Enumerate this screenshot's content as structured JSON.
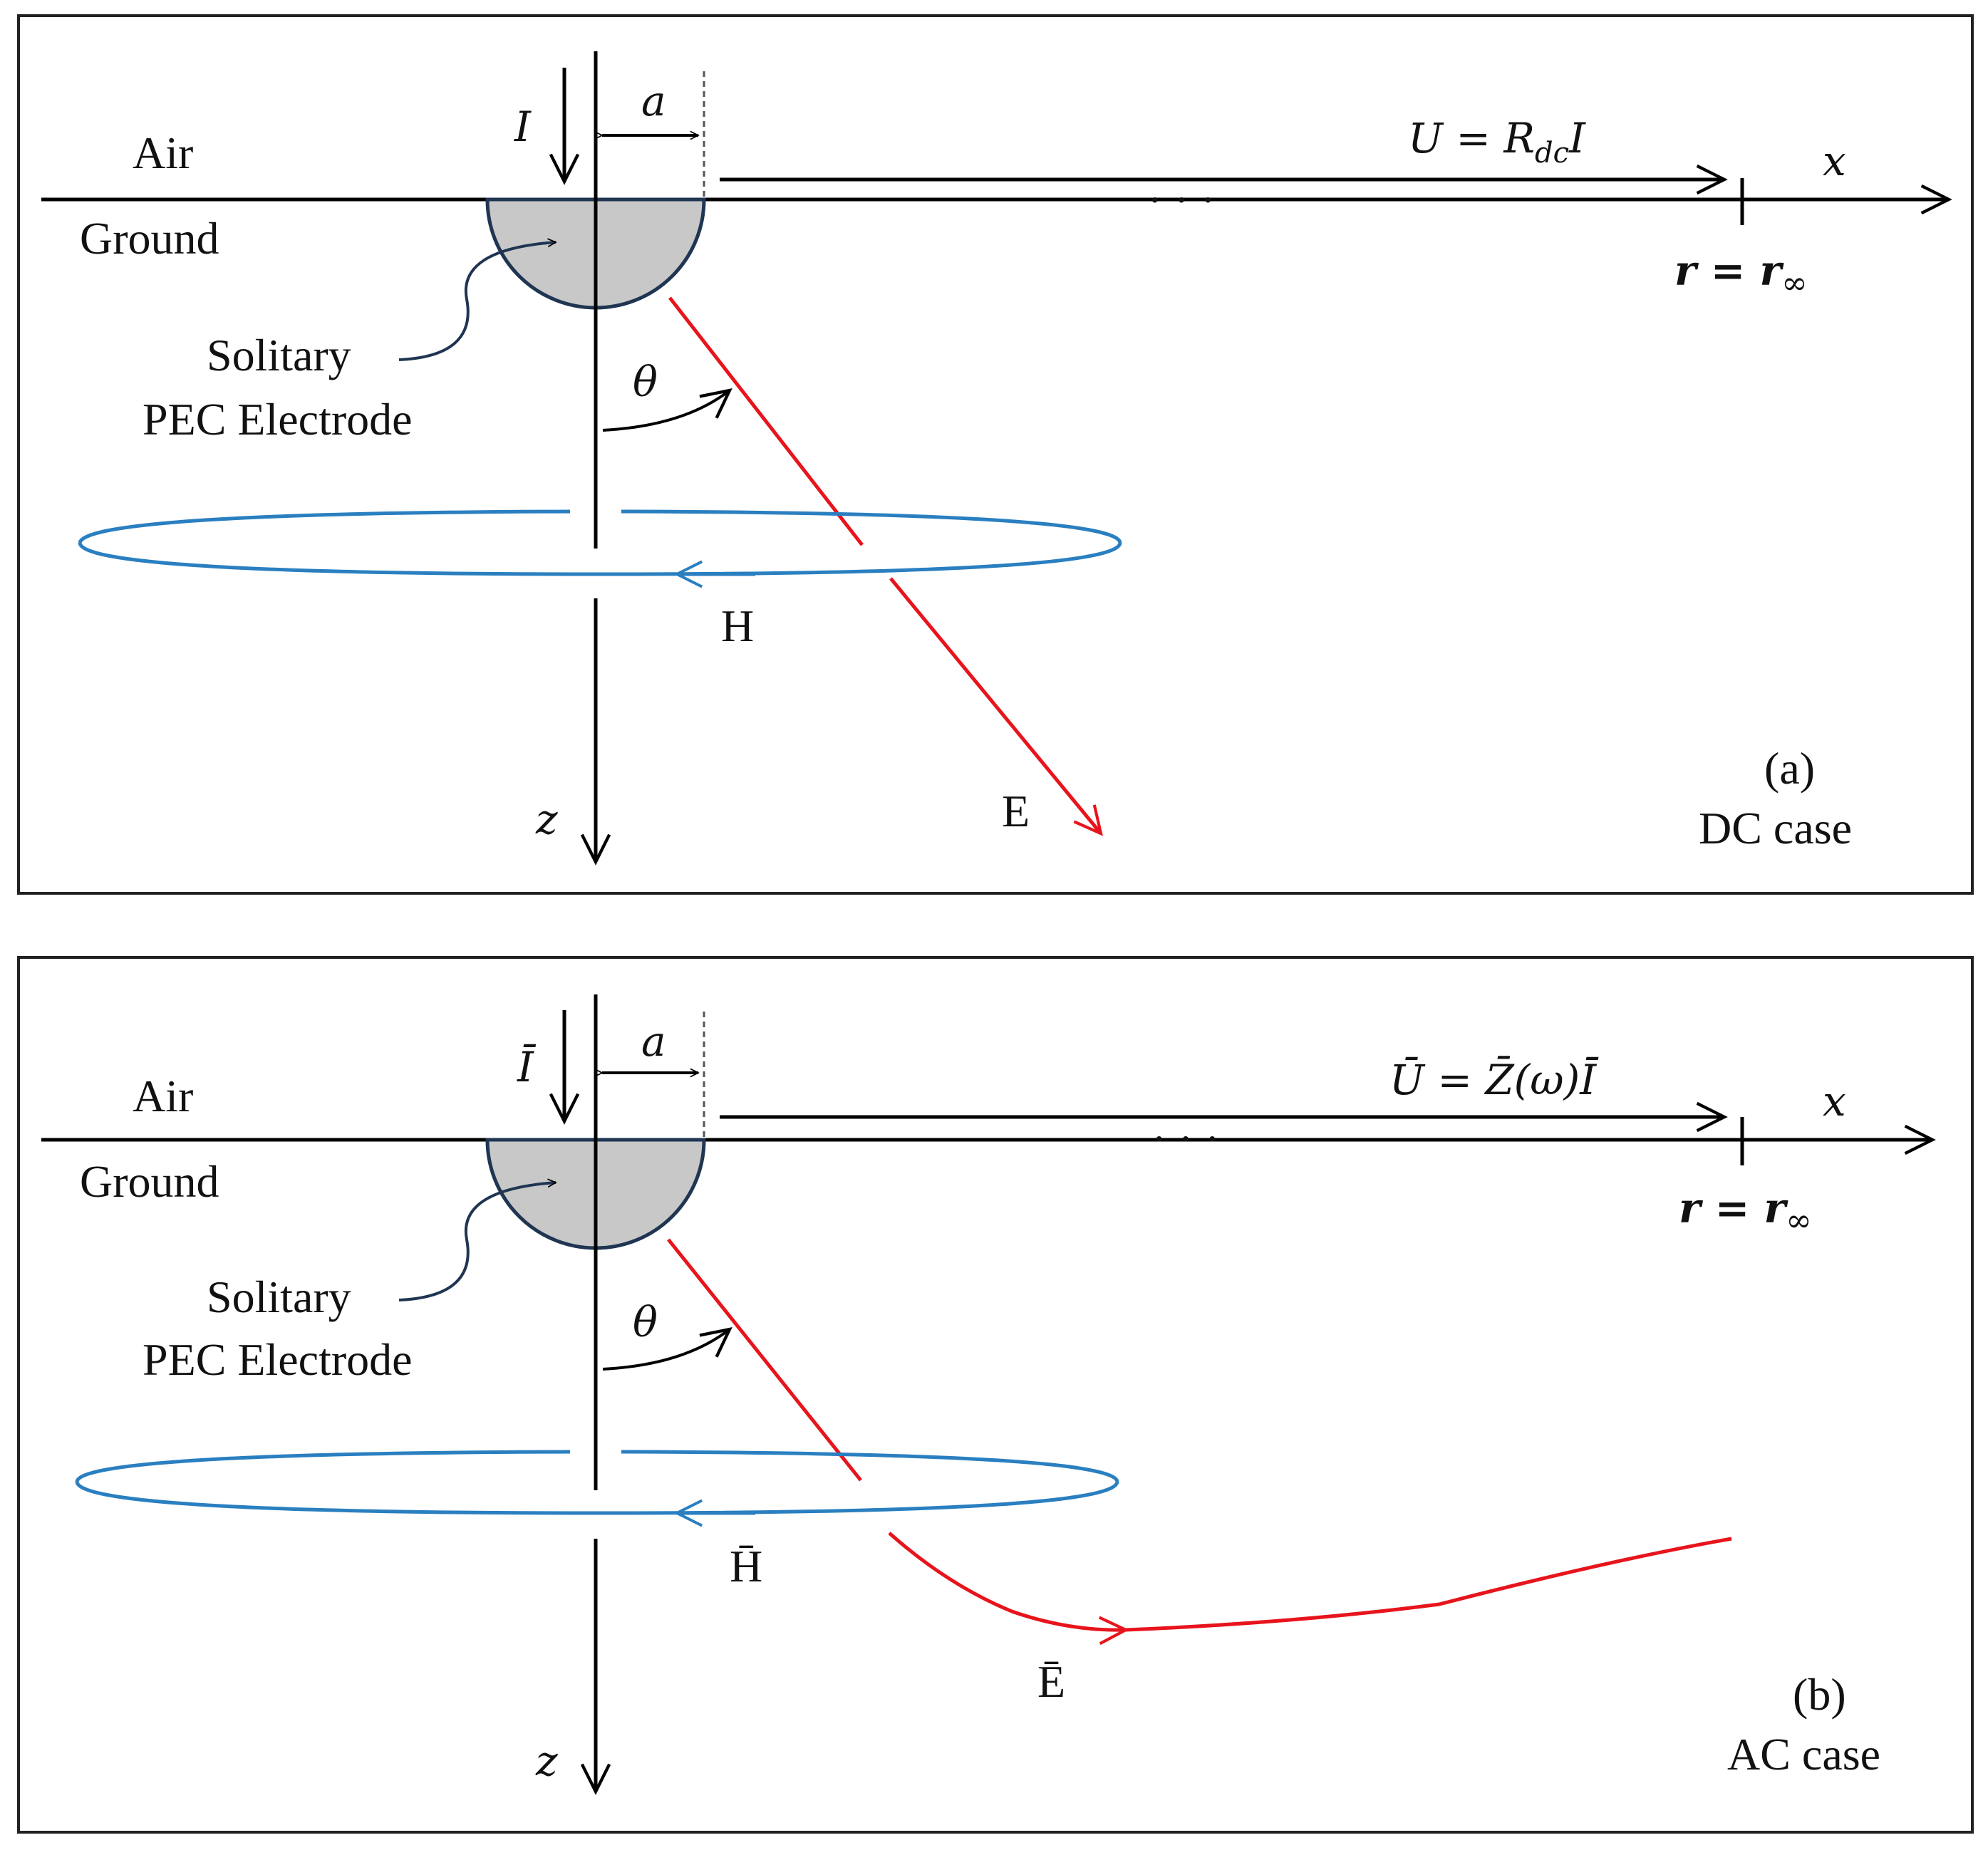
{
  "panels": [
    {
      "id": "a",
      "air": "Air",
      "ground": "Ground",
      "electrode_line1": "Solitary",
      "electrode_line2": "PEC Electrode",
      "current": "I",
      "radius": "a",
      "voltage": "U = R",
      "voltage_sub": "dc",
      "voltage_tail": "I",
      "x_axis": "x",
      "z_axis": "z",
      "theta": "θ",
      "dots": "· · ·",
      "r_inf": "r = r",
      "r_inf_sub": "∞",
      "h_field": "H",
      "e_field": "E",
      "panel_tag": "(a)",
      "case": "DC case"
    },
    {
      "id": "b",
      "air": "Air",
      "ground": "Ground",
      "electrode_line1": "Solitary",
      "electrode_line2": "PEC Electrode",
      "current": "Ī",
      "radius": "a",
      "voltage": "Ū = Z̄(ω)Ī",
      "x_axis": "x",
      "z_axis": "z",
      "theta": "θ",
      "dots": "· · ·",
      "r_inf": "r = r",
      "r_inf_sub": "∞",
      "h_field": "H̄",
      "e_field": "Ē",
      "panel_tag": "(b)",
      "case": "AC case"
    }
  ],
  "colors": {
    "frame": "#222222",
    "axis": "#000000",
    "electrode_fill": "#c8c8c8",
    "electrode_stroke": "#1f3552",
    "h_field": "#2a7fc0",
    "e_field": "#e8141c"
  }
}
